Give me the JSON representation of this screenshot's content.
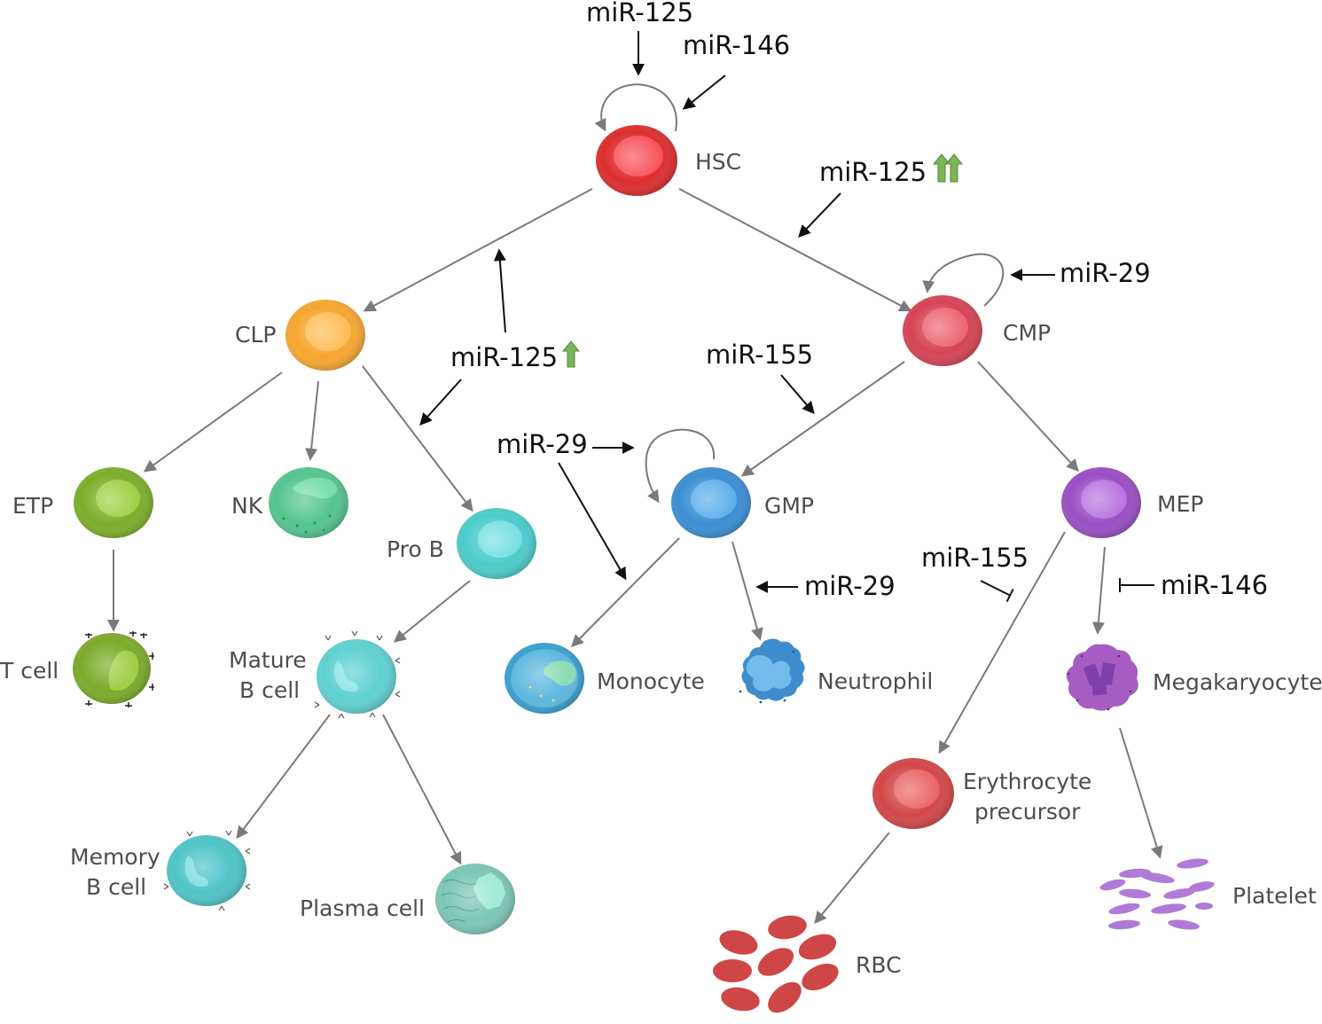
{
  "colors": {
    "hsc": "#dc2d2d",
    "clp": "#f6a630",
    "cmp": "#d64455",
    "etp": "#7bae2b",
    "nk": "#55c490",
    "prob": "#4ccbcb",
    "gmp": "#3c8ed3",
    "mep": "#9a4fc4",
    "tcell": "#7aaa2a",
    "matureb": "#5fd0d0",
    "monocyte": "#3aa0d0",
    "neutrophil": "#3f8ccc",
    "megakaryocyte": "#a75cc3",
    "memoryb": "#4fc4c8",
    "plasma": "#7cc6b6",
    "erythro": "#d24848",
    "rbc": "#cf4646",
    "platelet": "#b07ad8",
    "up_arrow": "#7cb45a",
    "connector": "#7a7a7a",
    "mir_arrow": "#111111"
  },
  "cells": {
    "hsc": "HSC",
    "clp": "CLP",
    "cmp": "CMP",
    "etp": "ETP",
    "nk": "NK",
    "prob": "Pro B",
    "gmp": "GMP",
    "mep": "MEP",
    "tcell": "T cell",
    "matureb_line1": "Mature",
    "matureb_line2": "B cell",
    "monocyte": "Monocyte",
    "neutrophil": "Neutrophil",
    "megakaryocyte": "Megakaryocyte",
    "memoryb_line1": "Memory",
    "memoryb_line2": "B cell",
    "plasma": "Plasma cell",
    "erythro_line1": "Erythrocyte",
    "erythro_line2": "precursor",
    "rbc": "RBC",
    "platelet": "Platelet"
  },
  "mirnas": {
    "hsc_top": "miR-125",
    "hsc_right": "miR-146",
    "hsc_cmp": "miR-125",
    "cmp_self": "miR-29",
    "clp_branch": "miR-125",
    "cmp_gmp": "miR-155",
    "gmp_self": "miR-29",
    "gmp_neutrophil": "miR-29",
    "mep_erythro": "miR-155",
    "mep_mega": "miR-146"
  }
}
